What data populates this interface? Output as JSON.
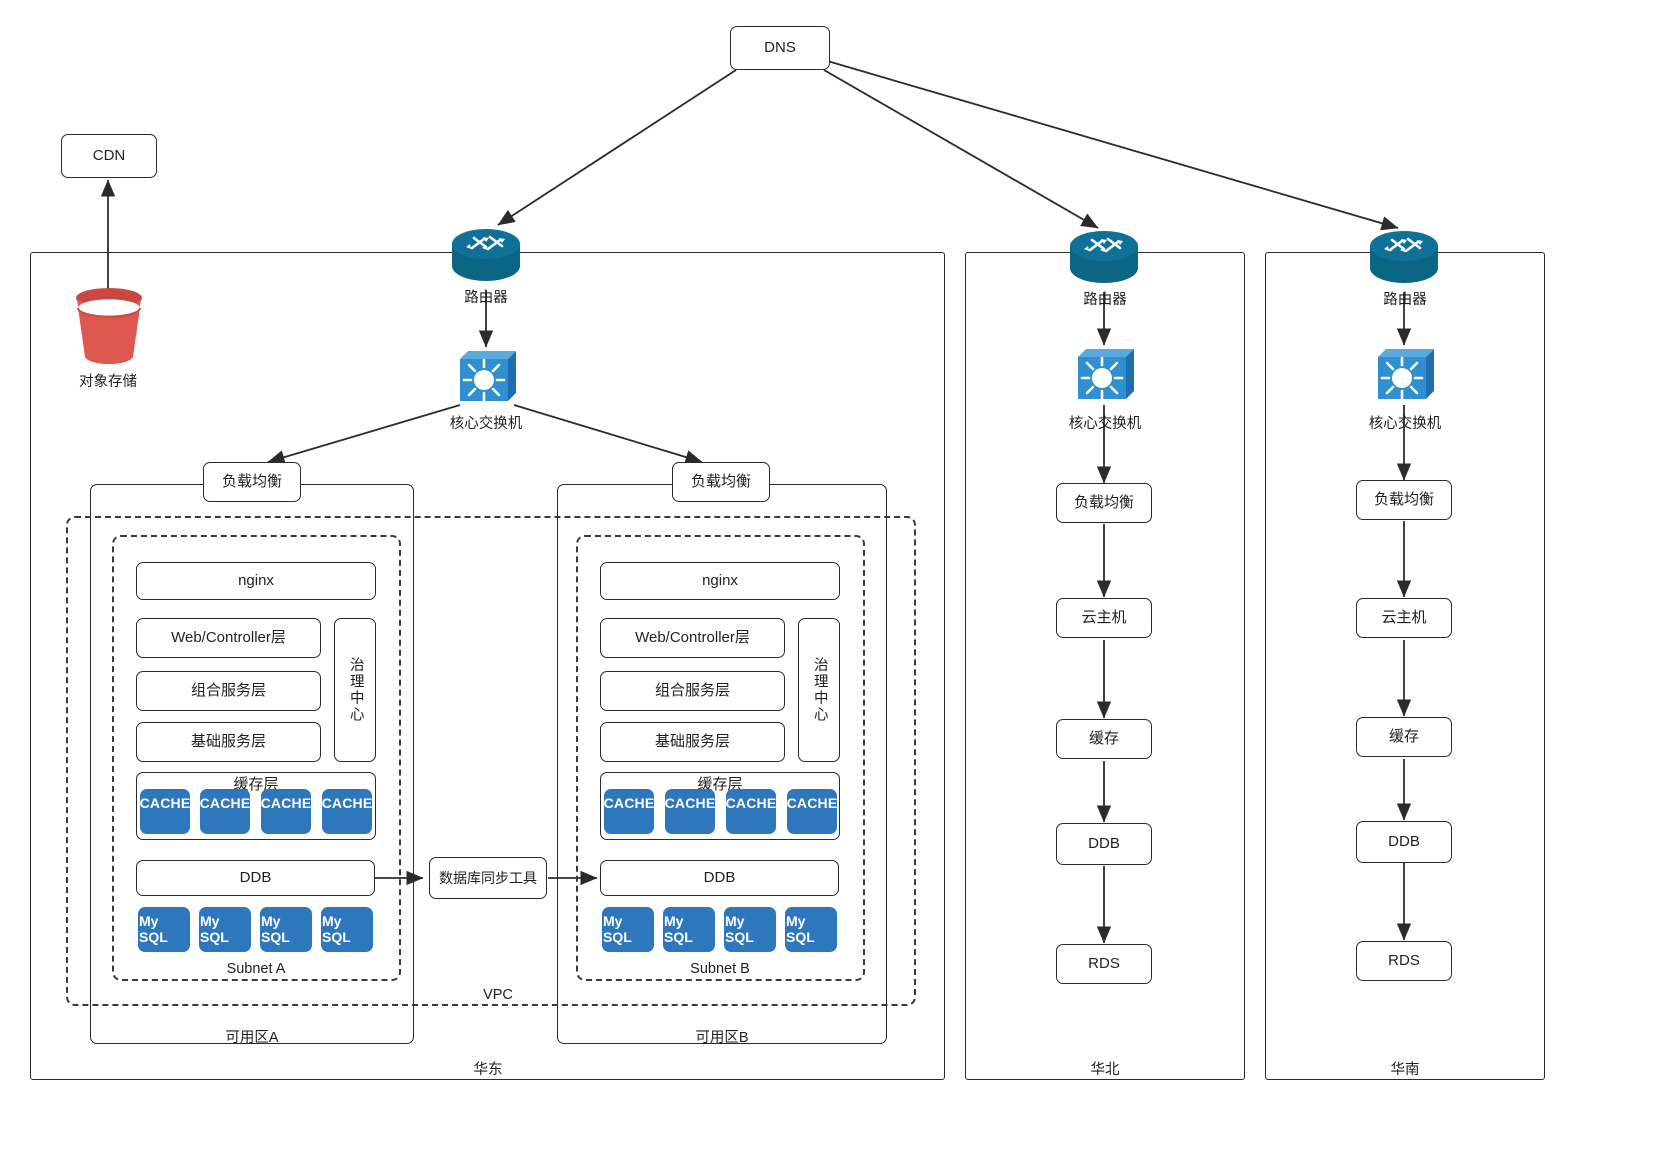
{
  "diagram": {
    "title": "Multi-region cloud architecture",
    "colors": {
      "router": "#0f7197",
      "switch": "#2f8fd0",
      "node_blue": "#2f77bd",
      "object_storage_red": "#d9534f",
      "line": "#2b2b2b"
    }
  },
  "top": {
    "dns": "DNS",
    "cdn": "CDN",
    "object_storage": "对象存储"
  },
  "regions": [
    {
      "id": "east",
      "label": "华东",
      "router": "路由器",
      "core_switch": "核心交换机",
      "vpc_label": "VPC",
      "zones": [
        {
          "label": "可用区A",
          "load_balancer": "负载均衡",
          "subnet_label": "Subnet A",
          "nginx": "nginx",
          "web_layer": "Web/Controller层",
          "composite_layer": "组合服务层",
          "basic_layer": "基础服务层",
          "governance": "治理中心",
          "cache_layer": "缓存层",
          "caches": [
            "CACHE",
            "CACHE",
            "CACHE",
            "CACHE"
          ],
          "ddb": "DDB",
          "databases": [
            "My SQL",
            "My SQL",
            "My SQL",
            "My SQL"
          ]
        },
        {
          "label": "可用区B",
          "load_balancer": "负载均衡",
          "subnet_label": "Subnet B",
          "nginx": "nginx",
          "web_layer": "Web/Controller层",
          "composite_layer": "组合服务层",
          "basic_layer": "基础服务层",
          "governance": "治理中心",
          "cache_layer": "缓存层",
          "caches": [
            "CACHE",
            "CACHE",
            "CACHE",
            "CACHE"
          ],
          "ddb": "DDB",
          "databases": [
            "My SQL",
            "My SQL",
            "My SQL",
            "My SQL"
          ]
        }
      ],
      "sync_tool": "数据库同步工具"
    },
    {
      "id": "north",
      "label": "华北",
      "router": "路由器",
      "core_switch": "核心交换机",
      "chain": [
        "负载均衡",
        "云主机",
        "缓存",
        "DDB",
        "RDS"
      ]
    },
    {
      "id": "south",
      "label": "华南",
      "router": "路由器",
      "core_switch": "核心交换机",
      "chain": [
        "负载均衡",
        "云主机",
        "缓存",
        "DDB",
        "RDS"
      ]
    }
  ],
  "icons": {
    "router": "router-icon",
    "switch": "core-switch-icon",
    "object_storage": "object-storage-bucket-icon"
  }
}
